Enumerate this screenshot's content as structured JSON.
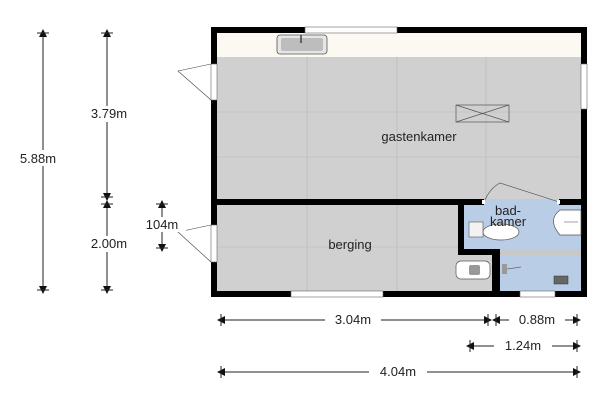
{
  "rooms": {
    "guest_room": "gastenkamer",
    "storage": "berging",
    "bathroom_line1": "bad-",
    "bathroom_line2": "kamer"
  },
  "dimensions": {
    "total_height": "5.88m",
    "guest_room_depth": "3.79m",
    "storage_depth": "2.00m",
    "window_height": "104m",
    "storage_width": "3.04m",
    "bathroom_width_small": "0.88m",
    "bathroom_width": "1.24m",
    "total_width": "4.04m"
  },
  "colors": {
    "floor": "#d0d0d0",
    "wall": "#000000",
    "bathroom": "#b9cde6",
    "counter": "#fbf9f1"
  }
}
